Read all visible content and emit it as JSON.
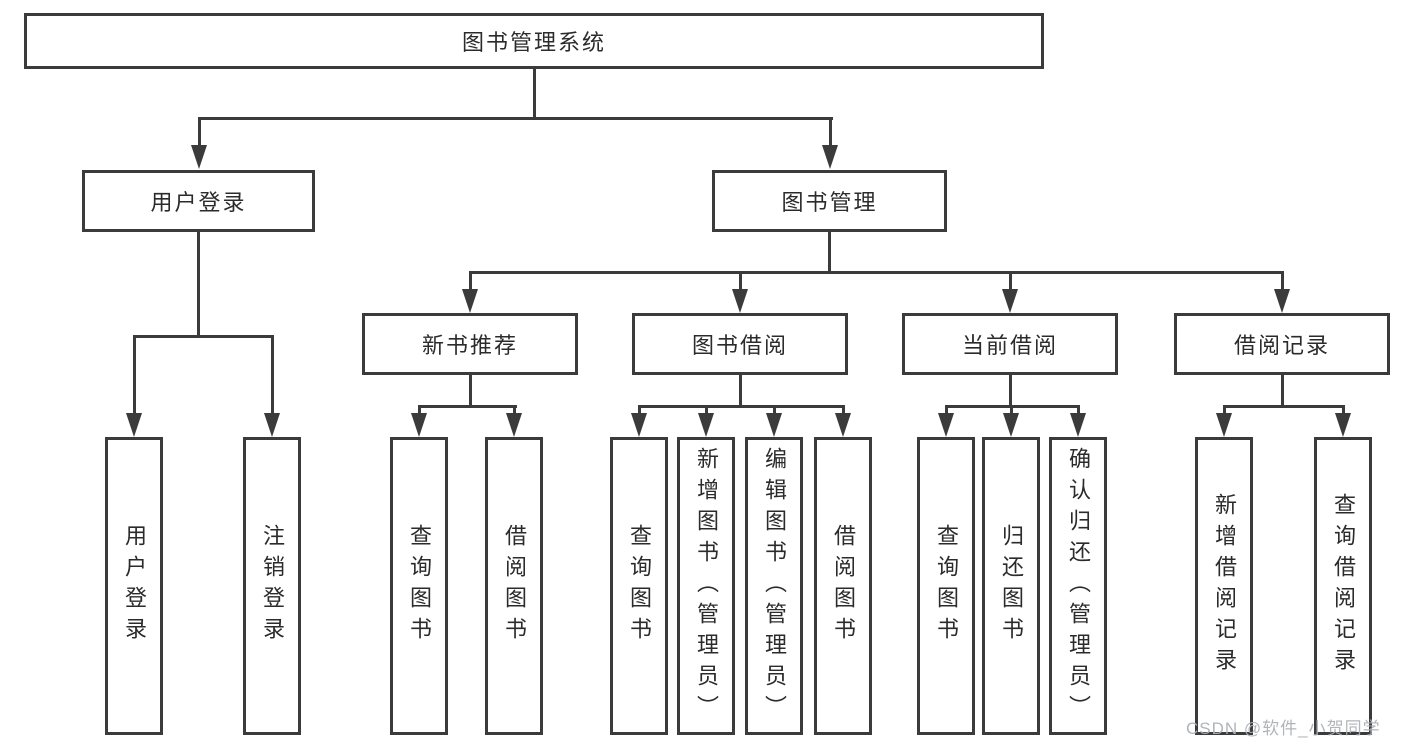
{
  "tree": {
    "root": "图书管理系统",
    "level1": [
      "用户登录",
      "图书管理"
    ],
    "level2": [
      "新书推荐",
      "图书借阅",
      "当前借阅",
      "借阅记录"
    ],
    "user_login_children": [
      "用户登录",
      "注销登录"
    ],
    "new_book_children": [
      "查询图书",
      "借阅图书"
    ],
    "book_borrow_children": [
      "查询图书",
      "新增图书（管理员）",
      "编辑图书（管理员）",
      "借阅图书"
    ],
    "current_borrow_children": [
      "查询图书",
      "归还图书",
      "确认归还（管理员）"
    ],
    "borrow_record_children": [
      "新增借阅记录",
      "查询借阅记录"
    ]
  },
  "watermark": {
    "text": "CSDN @软件_小贺同学"
  },
  "colors": {
    "line": "#3b3b3b",
    "text": "#2b2b2b",
    "watermark": "#acb1b7",
    "background": "#ffffff"
  }
}
